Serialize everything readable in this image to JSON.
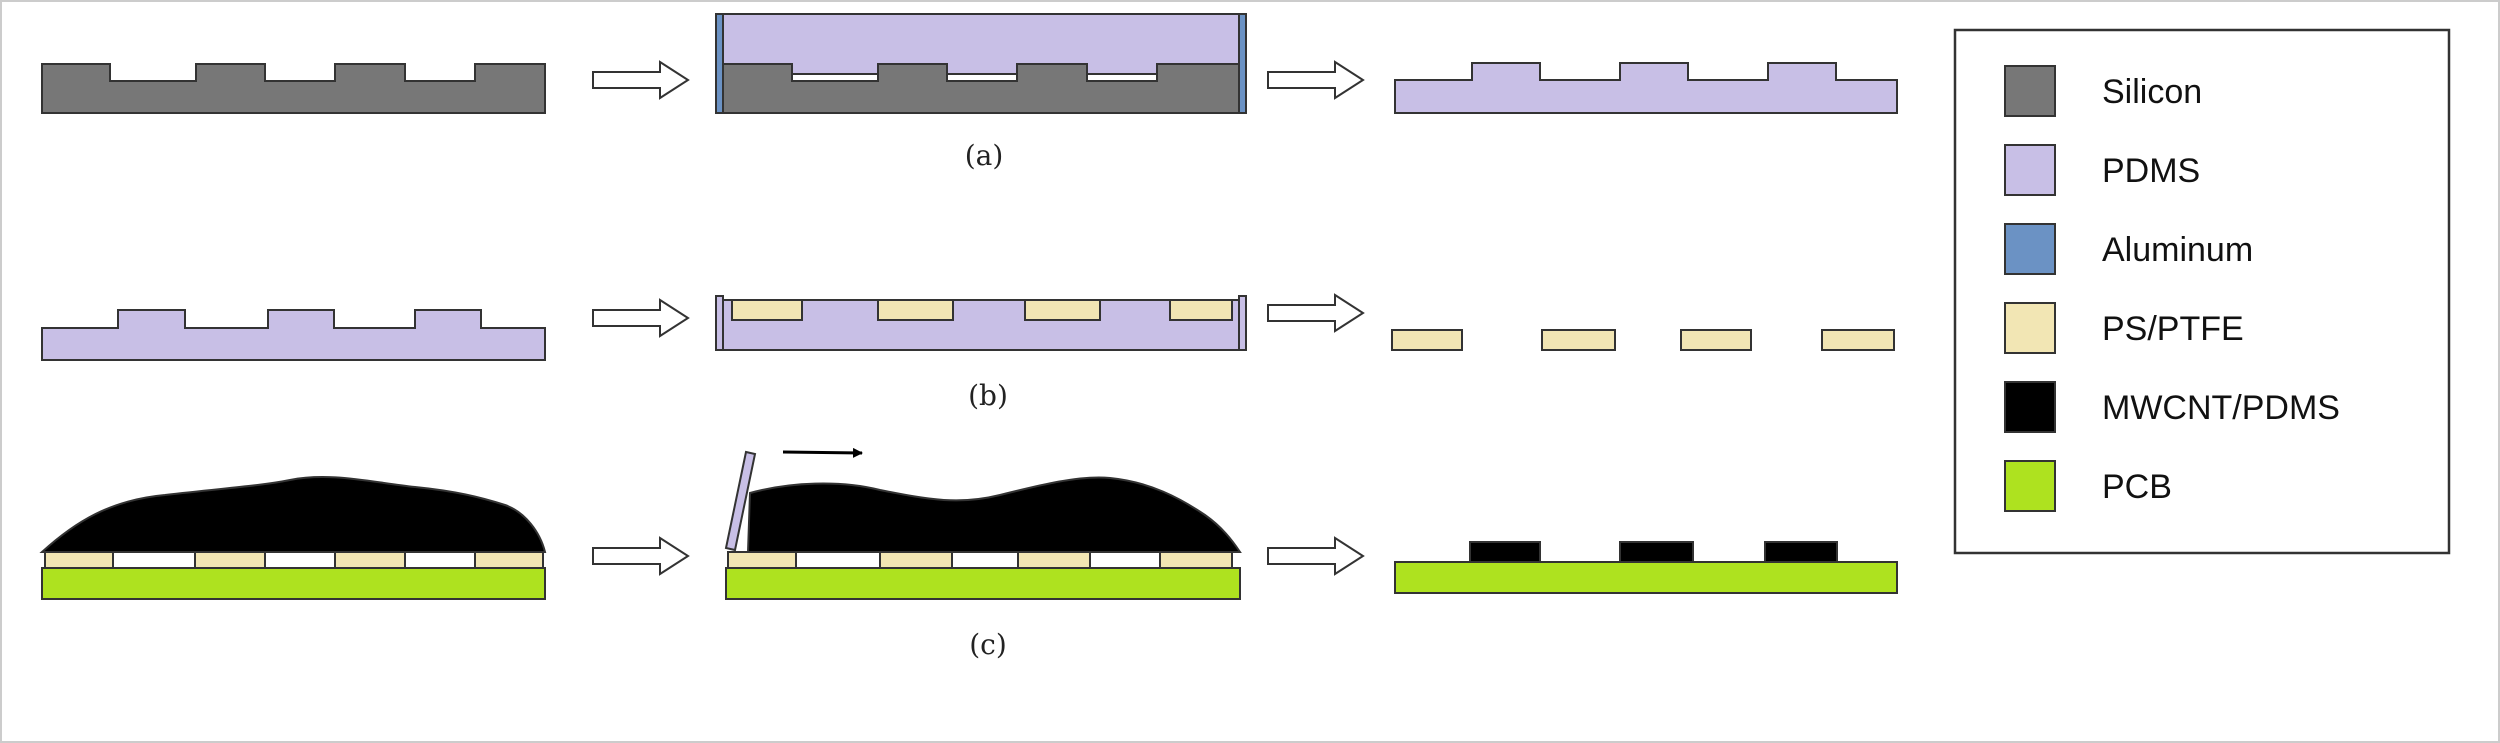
{
  "colors": {
    "silicon": "#777777",
    "pdms": "#c8bfe6",
    "aluminum": "#6b92c4",
    "ps_ptfe": "#f2e6b4",
    "mwcnt_pdms": "#000000",
    "pcb": "#aee21f",
    "outline": "#333333"
  },
  "captions": {
    "a": "(a)",
    "b": "(b)",
    "c": "(c)"
  },
  "legend": {
    "items": [
      {
        "label": "Silicon",
        "material": "silicon"
      },
      {
        "label": "PDMS",
        "material": "pdms"
      },
      {
        "label": "Aluminum",
        "material": "aluminum"
      },
      {
        "label": "PS/PTFE",
        "material": "ps_ptfe"
      },
      {
        "label": "MWCNT/PDMS",
        "material": "mwcnt_pdms"
      },
      {
        "label": "PCB",
        "material": "pcb"
      }
    ]
  },
  "icons": {
    "process_arrow": "hollow-right-arrow-icon",
    "scrape_direction": "right-arrow-icon"
  }
}
